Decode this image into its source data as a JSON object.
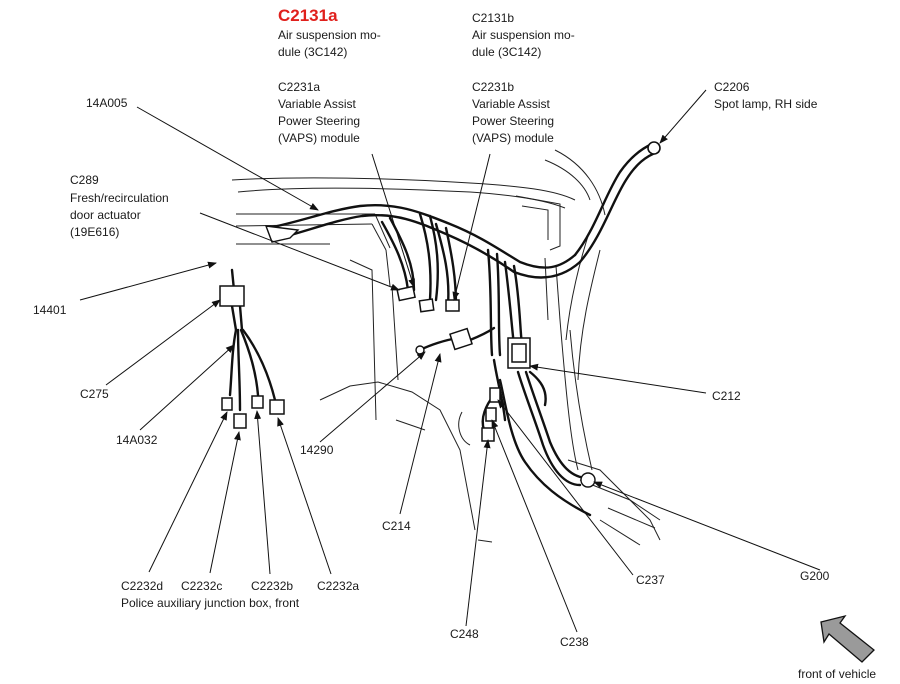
{
  "c2131a": {
    "code": "C2131a",
    "lines": [
      "Air suspension mo-",
      "dule (3C142)"
    ]
  },
  "c2131b": {
    "code": "C2131b",
    "lines": [
      "Air suspension mo-",
      "dule (3C142)"
    ]
  },
  "c2231a": {
    "code": "C2231a",
    "lines": [
      "Variable Assist",
      "Power Steering",
      "(VAPS) module"
    ]
  },
  "c2231b": {
    "code": "C2231b",
    "lines": [
      "Variable Assist",
      "Power Steering",
      "(VAPS) module"
    ]
  },
  "c2206": {
    "code": "C2206",
    "desc": "Spot lamp, RH side"
  },
  "c289": {
    "code": "C289",
    "lines": [
      "Fresh/recirculation",
      "door actuator",
      "(19E616)"
    ]
  },
  "labels": {
    "l14a005": "14A005",
    "l14401": "14401",
    "c275": "C275",
    "l14a032": "14A032",
    "l14290": "14290",
    "c212": "C212",
    "c214": "C214",
    "c237": "C237",
    "g200": "G200",
    "c248": "C248",
    "c238": "C238",
    "c2232d": "C2232d",
    "c2232c": "C2232c",
    "c2232b": "C2232b",
    "c2232a": "C2232a"
  },
  "junction_box": "Police auxiliary junction box, front",
  "front_label": "front of vehicle",
  "colors": {
    "highlight": "#e0201c",
    "line": "#111111",
    "arrow_fill": "#9a9a9a"
  }
}
